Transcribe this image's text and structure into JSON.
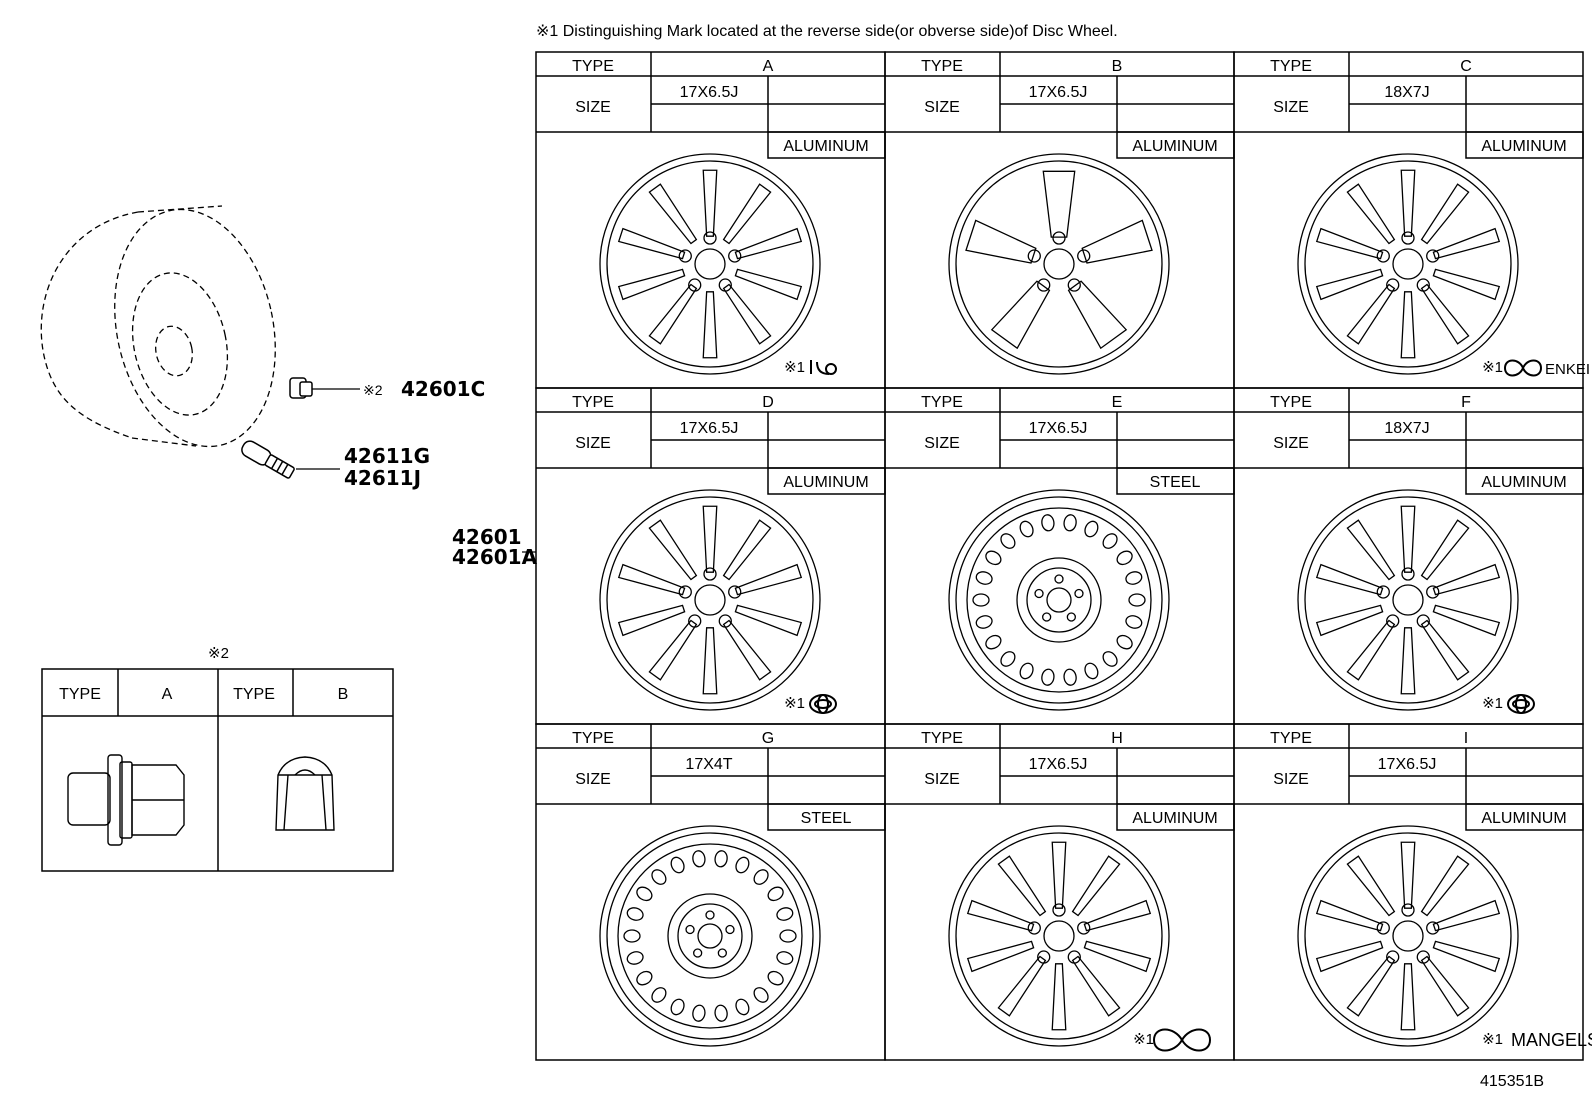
{
  "note": "※1 Distinguishing Mark located at the reverse side(or obverse side)of Disc Wheel.",
  "parts": {
    "lug_nut_part": "42601C",
    "lug_nut_ref": "※2",
    "valve_parts": [
      "42611G",
      "42611J"
    ],
    "wheel_parts": [
      "42601",
      "42601A"
    ]
  },
  "nut_table": {
    "ref": "※2",
    "type_label": "TYPE",
    "types": [
      "A",
      "B"
    ]
  },
  "wheel_table": {
    "type_label": "TYPE",
    "size_label": "SIZE",
    "mark_ref": "※1",
    "wheels": [
      {
        "type": "A",
        "size": "17X6.5J",
        "material": "ALUMINUM",
        "mark": "ring-logo",
        "mark_text": ""
      },
      {
        "type": "B",
        "size": "17X6.5J",
        "material": "ALUMINUM",
        "mark": "",
        "mark_text": ""
      },
      {
        "type": "C",
        "size": "18X7J",
        "material": "ALUMINUM",
        "mark": "enkei-logo",
        "mark_text": "ENKEI"
      },
      {
        "type": "D",
        "size": "17X6.5J",
        "material": "ALUMINUM",
        "mark": "triple-ring-logo",
        "mark_text": ""
      },
      {
        "type": "E",
        "size": "17X6.5J",
        "material": "STEEL",
        "mark": "",
        "mark_text": ""
      },
      {
        "type": "F",
        "size": "18X7J",
        "material": "ALUMINUM",
        "mark": "triple-ring-logo",
        "mark_text": ""
      },
      {
        "type": "G",
        "size": "17X4T",
        "material": "STEEL",
        "mark": "",
        "mark_text": ""
      },
      {
        "type": "H",
        "size": "17X6.5J",
        "material": "ALUMINUM",
        "mark": "infinity-logo",
        "mark_text": ""
      },
      {
        "type": "I",
        "size": "17X6.5J",
        "material": "ALUMINUM",
        "mark": "mangels-logo",
        "mark_text": "MANGELS"
      }
    ]
  },
  "diagram_id": "415351B"
}
